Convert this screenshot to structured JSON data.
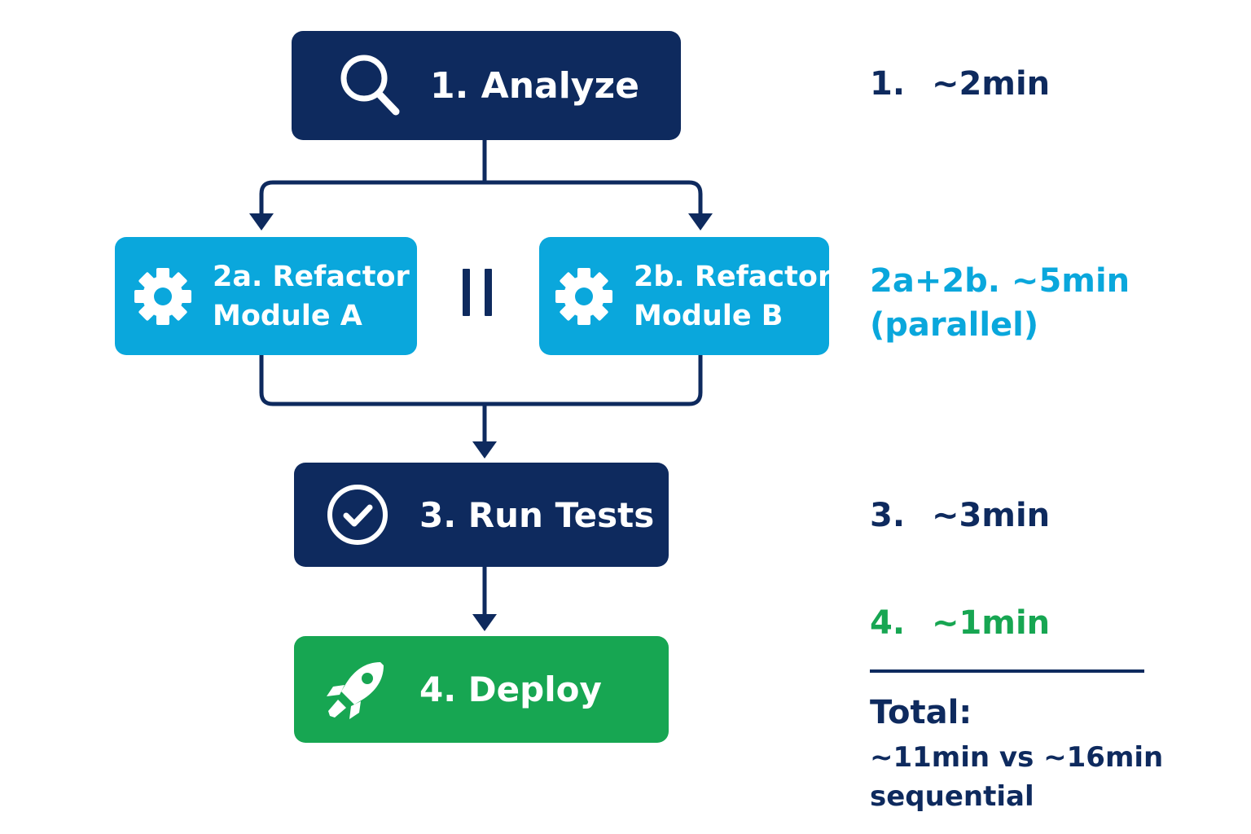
{
  "colors": {
    "dark_navy": "#0e2a5e",
    "cyan": "#0aa7dc",
    "green": "#17a652",
    "connector": "#0e2a5e"
  },
  "nodes": {
    "analyze": {
      "label": "1. Analyze",
      "icon": "search-icon"
    },
    "refactor_a": {
      "line1": "2a. Refactor",
      "line2": "Module A",
      "icon": "gear-icon"
    },
    "refactor_b": {
      "line1": "2b. Refactor",
      "line2": "Module B",
      "icon": "gear-icon"
    },
    "run_tests": {
      "label": "3. Run Tests",
      "icon": "check-circle-icon"
    },
    "deploy": {
      "label": "4. Deploy",
      "icon": "rocket-icon"
    }
  },
  "parallel_symbol": "parallel-bars-icon",
  "timings": {
    "step1": {
      "step": "1.",
      "time": "~2min"
    },
    "step2": {
      "line1": "2a+2b. ~5min",
      "line2": "(parallel)"
    },
    "step3": {
      "step": "3.",
      "time": "~3min"
    },
    "step4": {
      "step": "4.",
      "time": "~1min"
    }
  },
  "total": {
    "label": "Total:",
    "line1": "~11min vs ~16min",
    "line2": "sequential"
  }
}
